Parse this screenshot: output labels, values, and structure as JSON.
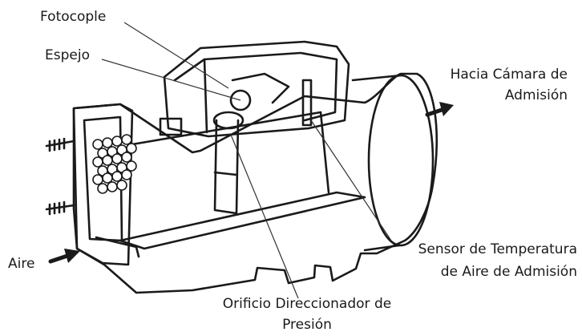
{
  "labels": {
    "photocoupler": "Fotocople",
    "mirror": "Espejo",
    "to_chamber_1": "Hacia Cámara de",
    "to_chamber_2": "Admisión",
    "air": "Aire",
    "temp_sensor_1": "Sensor de Temperatura",
    "temp_sensor_2": "de Aire de Admisión",
    "orifice_1": "Orificio Direccionador de",
    "orifice_2": "Presión"
  },
  "colors": {
    "ink": "#1a1a1a",
    "background": "#ffffff",
    "leader": "#333333"
  }
}
